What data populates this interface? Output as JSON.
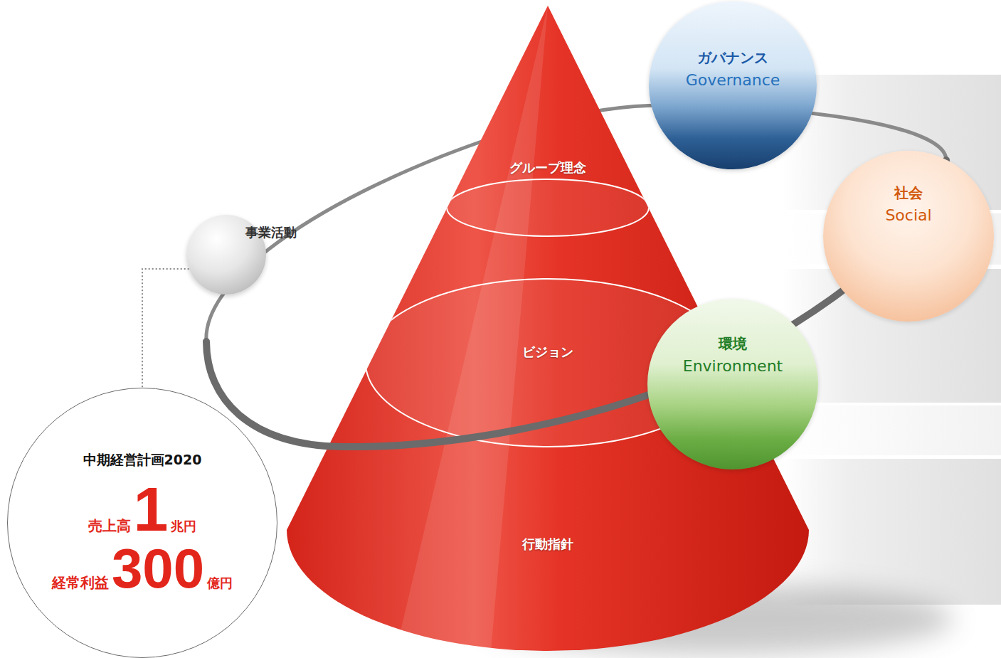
{
  "diagram": {
    "nodes": [
      {
        "text": [
          "ガバナンス",
          "Governance"
        ]
      },
      {
        "text": [
          "グループ理念"
        ]
      },
      {
        "text": [
          "社会",
          "Social"
        ]
      },
      {
        "text": [
          "事業活動"
        ]
      },
      {
        "text": [
          "ビジョン"
        ]
      },
      {
        "text": [
          "環境",
          "Environment"
        ]
      },
      {
        "text": [
          "行動指針"
        ]
      },
      {
        "text": [
          "中期経営計画2020",
          "売上高",
          "1",
          "兆円",
          "経常利益",
          "300",
          "億円"
        ]
      }
    ],
    "edges": [
      {
        "from": 3,
        "to": 7,
        "arrow": "none"
      }
    ]
  }
}
